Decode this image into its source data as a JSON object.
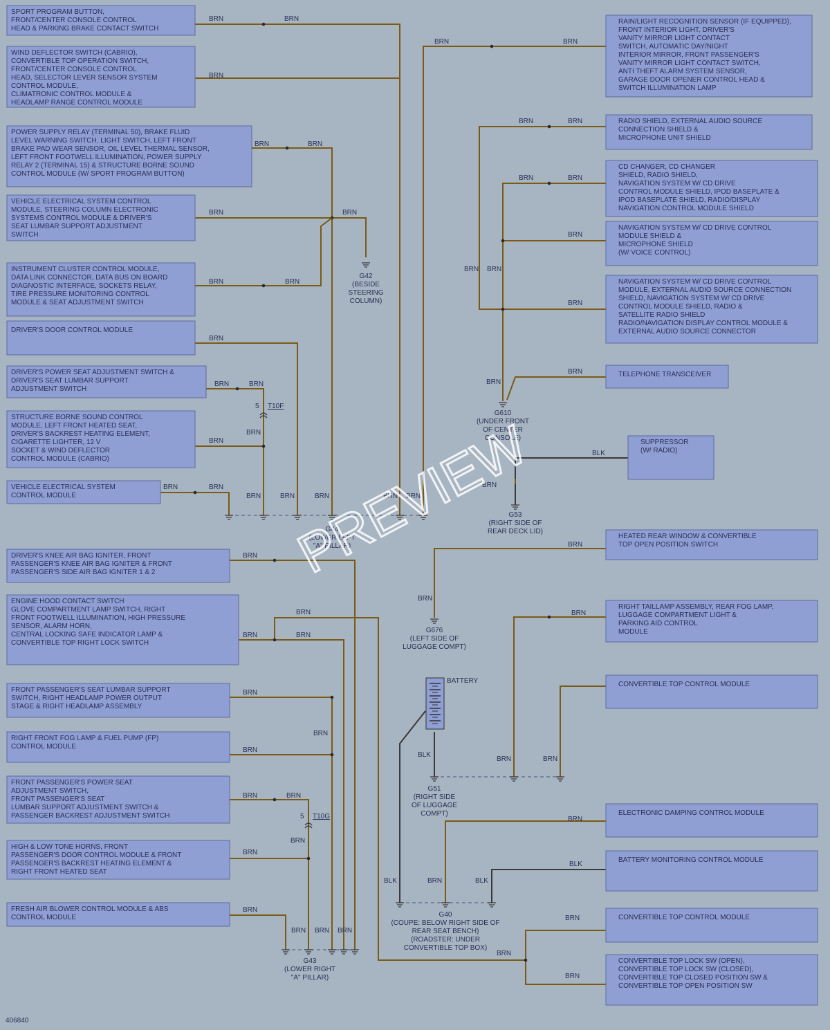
{
  "components": [
    "SPORT PROGRAM BUTTON,|FRONT/CENTER CONSOLE CONTROL|HEAD & PARKING BRAKE CONTACT SWITCH",
    "WIND DEFLECTOR SWITCH (CABRIO),|CONVERTIBLE TOP OPERATION SWITCH,|FRONT/CENTER CONSOLE CONTROL|HEAD, SELECTOR LEVER SENSOR SYSTEM|CONTROL MODULE,|CLIMATRONIC CONTROL MODULE &|HEADLAMP RANGE CONTROL MODULE",
    "POWER SUPPLY RELAY (TERMINAL 50), BRAKE FLUID|LEVEL WARNING SWITCH, LIGHT SWITCH, LEFT FRONT|BRAKE PAD WEAR SENSOR, OIL LEVEL THERMAL SENSOR,|LEFT FRONT FOOTWELL ILLUMINATION, POWER SUPPLY|RELAY 2 (TERMINAL 15) & STRUCTURE BORNE SOUND|CONTROL MODULE (W/ SPORT PROGRAM BUTTON)",
    "VEHICLE ELECTRICAL SYSTEM CONTROL|MODULE, STEERING COLUMN ELECTRONIC|SYSTEMS CONTROL MODULE & DRIVER'S|SEAT LUMBAR SUPPORT ADJUSTMENT|SWITCH",
    "INSTRUMENT CLUSTER CONTROL MODULE,|DATA LINK CONNECTOR, DATA BUS ON BOARD|DIAGNOSTIC INTERFACE, SOCKETS RELAY,|TIRE PRESSURE MONITORING CONTROL|MODULE & SEAT ADJUSTMENT SWITCH",
    "DRIVER'S DOOR CONTROL MODULE",
    "DRIVER'S POWER SEAT ADJUSTMENT SWITCH &|DRIVER'S SEAT LUMBAR SUPPORT|ADJUSTMENT SWITCH",
    "STRUCTURE BORNE SOUND CONTROL|MODULE, LEFT FRONT HEATED SEAT,|DRIVER'S BACKREST HEATING ELEMENT,|CIGARETTE LIGHTER, 12 V|SOCKET & WIND DEFLECTOR|CONTROL MODULE (CABRIO)",
    "VEHICLE ELECTRICAL SYSTEM|CONTROL MODULE",
    "DRIVER'S KNEE AIR BAG IGNITER, FRONT|PASSENGER'S KNEE AIR BAG IGNITER & FRONT|PASSENGER'S SIDE AIR BAG IGNITER 1 & 2",
    "ENGINE HOOD CONTACT SWITCH|GLOVE COMPARTMENT LAMP SWITCH, RIGHT|FRONT FOOTWELL ILLUMINATION, HIGH PRESSURE|SENSOR, ALARM HORN,|CENTRAL LOCKING SAFE INDICATOR LAMP &|CONVERTIBLE TOP RIGHT LOCK SWITCH",
    "FRONT PASSENGER'S SEAT LUMBAR SUPPORT|SWITCH, RIGHT HEADLAMP POWER OUTPUT|STAGE & RIGHT HEADLAMP ASSEMBLY",
    "RIGHT FRONT FOG LAMP & FUEL PUMP (FP)|CONTROL MODULE",
    "FRONT PASSENGER'S POWER SEAT|ADJUSTMENT SWITCH,|FRONT PASSENGER'S SEAT|LUMBAR SUPPORT ADJUSTMENT SWITCH &|PASSENGER BACKREST ADJUSTMENT SWITCH",
    "HIGH & LOW TONE HORNS, FRONT|PASSENGER'S DOOR CONTROL MODULE & FRONT|PASSENGER'S BACKREST HEATING ELEMENT &|RIGHT FRONT HEATED SEAT",
    "FRESH AIR BLOWER CONTROL MODULE & ABS|CONTROL MODULE",
    "RAIN/LIGHT RECOGNITION SENSOR (IF EQUIPPED),|FRONT INTERIOR LIGHT, DRIVER'S|VANITY MIRROR LIGHT CONTACT|SWITCH, AUTOMATIC DAY/NIGHT|INTERIOR MIRROR, FRONT PASSENGER'S|VANITY MIRROR LIGHT CONTACT SWITCH,|ANTI THEFT ALARM SYSTEM SENSOR,|GARAGE DOOR OPENER CONTROL HEAD &|SWITCH ILLUMINATION LAMP",
    "RADIO SHIELD, EXTERNAL AUDIO SOURCE|CONNECTION SHIELD &|MICROPHONE UNIT SHIELD",
    "CD CHANGER, CD CHANGER|SHIELD, RADIO SHIELD,|NAVIGATION SYSTEM W/ CD DRIVE|CONTROL MODULE SHIELD, IPOD BASEPLATE &|IPOD BASEPLATE SHIELD, RADIO/DISPLAY|NAVIGATION CONTROL MODULE SHIELD",
    "NAVIGATION SYSTEM W/ CD DRIVE CONTROL|MODULE SHIELD &|MICROPHONE SHIELD|(W/ VOICE CONTROL)",
    "NAVIGATION SYSTEM W/ CD DRIVE CONTROL|MODULE, EXTERNAL AUDIO SOURCE CONNECTION|SHIELD, NAVIGATION SYSTEM W/ CD DRIVE|CONTROL MODULE SHIELD, RADIO &|SATELLITE RADIO SHIELD|RADIO/NAVIGATION DISPLAY CONTROL MODULE &|EXTERNAL AUDIO SOURCE CONNECTOR",
    "TELEPHONE TRANSCEIVER",
    "SUPPRESSOR|(W/ RADIO)",
    "HEATED REAR WINDOW & CONVERTIBLE|TOP OPEN POSITION SWITCH",
    "RIGHT TAILLAMP ASSEMBLY, REAR FOG LAMP,|LUGGAGE COMPARTMENT LIGHT &|PARKING AID CONTROL|MODULE",
    "CONVERTIBLE TOP CONTROL MODULE",
    "ELECTRONIC DAMPING CONTROL MODULE",
    "BATTERY MONITORING CONTROL MODULE",
    "CONVERTIBLE TOP CONTROL MODULE",
    "CONVERTIBLE TOP LOCK SW (OPEN),|CONVERTIBLE TOP LOCK SW (CLOSED),|CONVERTIBLE TOP CLOSED POSITION SW &|CONVERTIBLE TOP OPEN POSITION SW"
  ],
  "grounds": [
    "G42|(BESIDE|STEERING|COLUMN)",
    "G44|(LOWER LEFT|\"A\" PILLAR)",
    "G610|(UNDER FRONT|OF CENTER|CONSOLE)",
    "G53|(RIGHT SIDE OF|REAR DECK LID)",
    "G676|(LEFT SIDE OF|LUGGAGE COMPT)",
    "G51|(RIGHT SIDE|OF LUGGAGE|COMPT)",
    "G40|(COUPE: BELOW RIGHT SIDE OF|REAR SEAT BENCH)|(ROADSTER: UNDER|CONVERTIBLE TOP BOX)",
    "G43|(LOWER RIGHT|\"A\" PILLAR)"
  ],
  "wire_colors": {
    "brown": "BRN",
    "black": "BLK"
  },
  "connectors": {
    "t10f": "T10F",
    "t10g": "T10G",
    "pin": "5"
  },
  "battery_label": "BATTERY",
  "watermark": "PREVIEW",
  "diagram_code": "406840",
  "colors": {
    "background": "#a7b4c1",
    "box_fill": "#8f9ed3",
    "wire_brown": "#7a5a14"
  }
}
